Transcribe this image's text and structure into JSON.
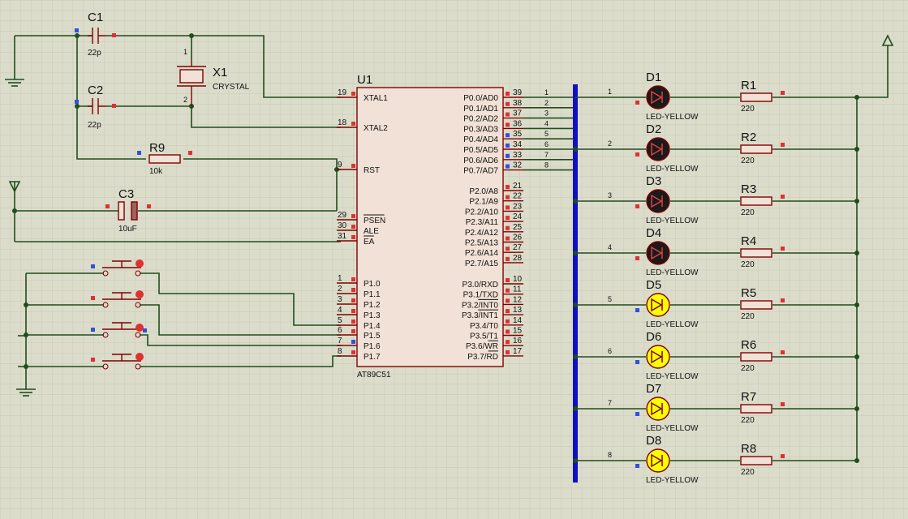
{
  "mcu": {
    "ref": "U1",
    "part": "AT89C51",
    "left_pins": [
      {
        "num": "19",
        "name": "XTAL1"
      },
      {
        "num": "18",
        "name": "XTAL2"
      },
      {
        "num": "9",
        "name": "RST"
      },
      {
        "num": "29",
        "name": "PSEN"
      },
      {
        "num": "30",
        "name": "ALE"
      },
      {
        "num": "31",
        "name": "EA"
      },
      {
        "num": "1",
        "name": "P1.0"
      },
      {
        "num": "2",
        "name": "P1.1"
      },
      {
        "num": "3",
        "name": "P1.2"
      },
      {
        "num": "4",
        "name": "P1.3"
      },
      {
        "num": "5",
        "name": "P1.4"
      },
      {
        "num": "6",
        "name": "P1.5"
      },
      {
        "num": "7",
        "name": "P1.6"
      },
      {
        "num": "8",
        "name": "P1.7"
      }
    ],
    "right_pins": [
      {
        "num": "39",
        "name": "P0.0/AD0"
      },
      {
        "num": "38",
        "name": "P0.1/AD1"
      },
      {
        "num": "37",
        "name": "P0.2/AD2"
      },
      {
        "num": "36",
        "name": "P0.3/AD3"
      },
      {
        "num": "35",
        "name": "P0.4/AD4"
      },
      {
        "num": "34",
        "name": "P0.5/AD5"
      },
      {
        "num": "33",
        "name": "P0.6/AD6"
      },
      {
        "num": "32",
        "name": "P0.7/AD7"
      },
      {
        "num": "21",
        "name": "P2.0/A8"
      },
      {
        "num": "22",
        "name": "P2.1/A9"
      },
      {
        "num": "23",
        "name": "P2.2/A10"
      },
      {
        "num": "24",
        "name": "P2.3/A11"
      },
      {
        "num": "25",
        "name": "P2.4/A12"
      },
      {
        "num": "26",
        "name": "P2.5/A13"
      },
      {
        "num": "27",
        "name": "P2.6/A14"
      },
      {
        "num": "28",
        "name": "P2.7/A15"
      },
      {
        "num": "10",
        "name": "P3.0/RXD"
      },
      {
        "num": "11",
        "name": "P3.1/TXD"
      },
      {
        "num": "12",
        "name": "P3.2/INT0"
      },
      {
        "num": "13",
        "name": "P3.3/INT1"
      },
      {
        "num": "14",
        "name": "P3.4/T0"
      },
      {
        "num": "15",
        "name": "P3.5/T1"
      },
      {
        "num": "16",
        "name": "P3.6/WR"
      },
      {
        "num": "17",
        "name": "P3.7/RD"
      }
    ]
  },
  "components": {
    "c1": {
      "ref": "C1",
      "value": "22p"
    },
    "c2": {
      "ref": "C2",
      "value": "22p"
    },
    "c3": {
      "ref": "C3",
      "value": "10uF"
    },
    "x1": {
      "ref": "X1",
      "value": "CRYSTAL",
      "pin_top": "1",
      "pin_bottom": "2"
    },
    "r9": {
      "ref": "R9",
      "value": "10k"
    }
  },
  "bus_numbers": [
    "1",
    "2",
    "3",
    "4",
    "5",
    "6",
    "7",
    "8"
  ],
  "leds": [
    {
      "ref": "D1",
      "type": "LED-YELLOW",
      "lit": false,
      "net": "1"
    },
    {
      "ref": "D2",
      "type": "LED-YELLOW",
      "lit": false,
      "net": "2"
    },
    {
      "ref": "D3",
      "type": "LED-YELLOW",
      "lit": false,
      "net": "3"
    },
    {
      "ref": "D4",
      "type": "LED-YELLOW",
      "lit": false,
      "net": "4"
    },
    {
      "ref": "D5",
      "type": "LED-YELLOW",
      "lit": true,
      "net": "5"
    },
    {
      "ref": "D6",
      "type": "LED-YELLOW",
      "lit": true,
      "net": "6"
    },
    {
      "ref": "D7",
      "type": "LED-YELLOW",
      "lit": true,
      "net": "7"
    },
    {
      "ref": "D8",
      "type": "LED-YELLOW",
      "lit": true,
      "net": "8"
    }
  ],
  "resistors": [
    {
      "ref": "R1",
      "value": "220"
    },
    {
      "ref": "R2",
      "value": "220"
    },
    {
      "ref": "R3",
      "value": "220"
    },
    {
      "ref": "R4",
      "value": "220"
    },
    {
      "ref": "R5",
      "value": "220"
    },
    {
      "ref": "R6",
      "value": "220"
    },
    {
      "ref": "R7",
      "value": "220"
    },
    {
      "ref": "R8",
      "value": "220"
    }
  ],
  "colors": {
    "background": "#dcdccb",
    "grid": "#c4c4b4",
    "wire": "#1e4d1e",
    "component": "#800000",
    "bus": "#1010c0",
    "led_off": "#1a1a1a",
    "led_on": "#ffff00"
  }
}
